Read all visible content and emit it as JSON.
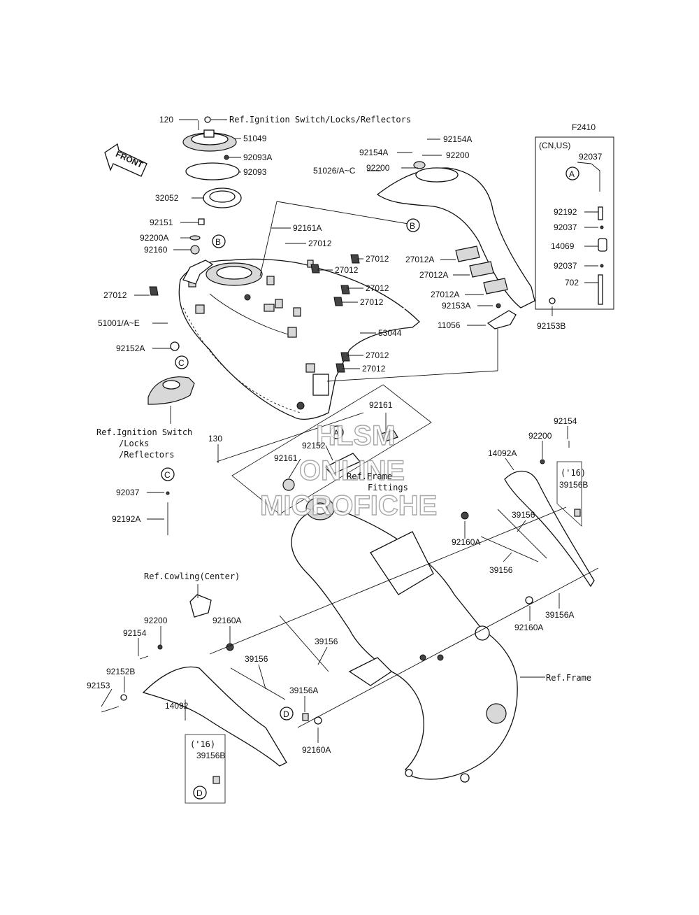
{
  "diagram": {
    "figure_code": "F2410",
    "front_label": "FRONT",
    "watermark": [
      "HLSM",
      "ONLINE",
      "MICROFICHE"
    ],
    "variant_cn_us": "(CN,US)",
    "year_16": "('16)",
    "refs": {
      "ignition_top": "Ref.Ignition Switch/Locks/Reflectors",
      "ignition_left_1": "Ref.Ignition Switch",
      "ignition_left_2": "/Locks",
      "ignition_left_3": "/Reflectors",
      "frame_fittings_1": "Ref.Frame",
      "frame_fittings_2": "Fittings",
      "cowling": "Ref.Cowling(Center)",
      "frame": "Ref.Frame"
    },
    "parts": {
      "p120": "120",
      "p51049": "51049",
      "p92093A": "92093A",
      "p92093": "92093",
      "p32052": "32052",
      "p92151": "92151",
      "p92200A": "92200A",
      "p92160": "92160",
      "p92161A": "92161A",
      "p27012_a": "27012",
      "p27012_b": "27012",
      "p27012_c": "27012",
      "p27012_d": "27012",
      "p27012_e": "27012",
      "p27012_f": "27012",
      "p27012_g": "27012",
      "p27012_h": "27012",
      "p51001": "51001/A~E",
      "p92152A": "92152A",
      "p53044": "53044",
      "p92154A_top": "92154A",
      "p92154A_left": "92154A",
      "p92200_top": "92200",
      "p92200_left": "92200",
      "p51026": "51026/A~C",
      "p27012A_1": "27012A",
      "p27012A_2": "27012A",
      "p27012A_3": "27012A",
      "p92153A": "92153A",
      "p11056": "11056",
      "p92153B": "92153B",
      "p92037_cn": "92037",
      "p92192": "92192",
      "p92037_b": "92037",
      "p14069": "14069",
      "p92037_c": "92037",
      "p702": "702",
      "p92161_top": "92161",
      "p130": "130",
      "p92152": "92152",
      "p92161_bot": "92161",
      "p92037_left": "92037",
      "p92192A": "92192A",
      "p92154_right": "92154",
      "p92200_right": "92200",
      "p14092A": "14092A",
      "p39156B_right": "39156B",
      "p92160A_1": "92160A",
      "p39156_r1": "39156",
      "p39156_r2": "39156",
      "p39156A_right": "39156A",
      "p92160A_2": "92160A",
      "p92200_low": "92200",
      "p92154_low": "92154",
      "p92160A_3": "92160A",
      "p39156_l1": "39156",
      "p39156_l2": "39156",
      "p92152B": "92152B",
      "p92153": "92153",
      "p39156A_low": "39156A",
      "p14092": "14092",
      "p92160A_4": "92160A",
      "p39156B_low": "39156B"
    },
    "callouts": {
      "A": "A",
      "B": "B",
      "C": "C",
      "D": "D"
    }
  }
}
